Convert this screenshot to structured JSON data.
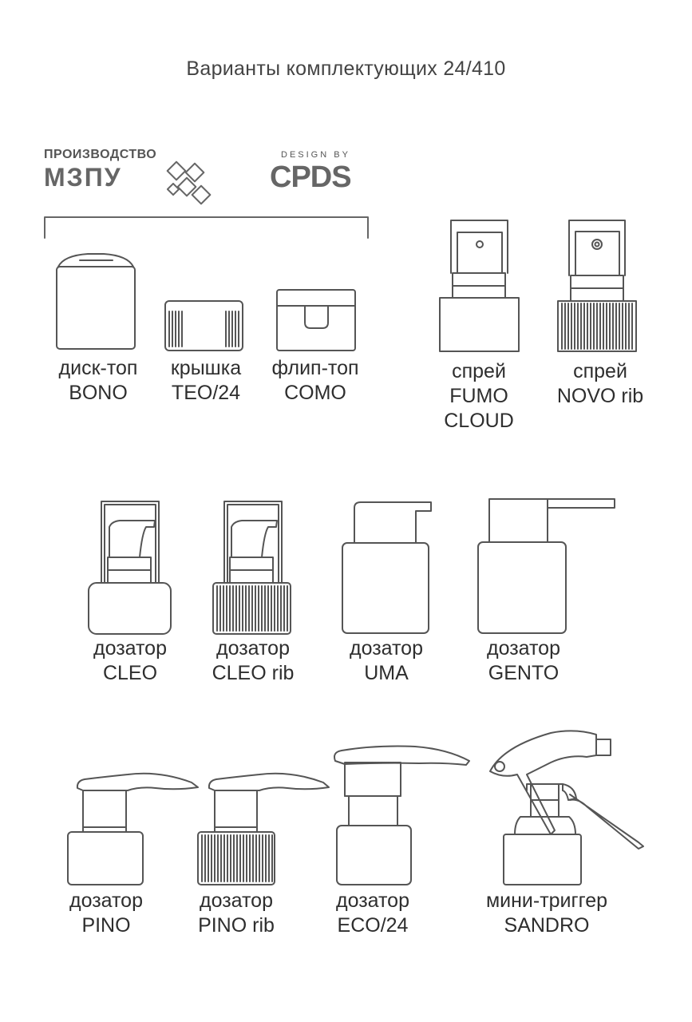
{
  "title": "Варианты  комплектующих 24/410",
  "logos": {
    "maker_caption": "ПРОИЗВОДСТВО",
    "maker_name": "МЗПУ",
    "design_caption": "DESIGN BY",
    "design_name": "CPDS"
  },
  "items": [
    {
      "line1": "диск-топ",
      "line2": "BONO",
      "line3": ""
    },
    {
      "line1": "крышка",
      "line2": "TEO/24",
      "line3": ""
    },
    {
      "line1": "флип-топ",
      "line2": "COMO",
      "line3": ""
    },
    {
      "line1": "спрей",
      "line2": "FUMO",
      "line3": "CLOUD"
    },
    {
      "line1": "спрей",
      "line2": "NOVO rib",
      "line3": ""
    },
    {
      "line1": "дозатор",
      "line2": "CLEO",
      "line3": ""
    },
    {
      "line1": "дозатор",
      "line2": "CLEO rib",
      "line3": ""
    },
    {
      "line1": "дозатор",
      "line2": "UMA",
      "line3": ""
    },
    {
      "line1": "дозатор",
      "line2": "GENTO",
      "line3": ""
    },
    {
      "line1": "дозатор",
      "line2": "PINO",
      "line3": ""
    },
    {
      "line1": "дозатор",
      "line2": "PINO rib",
      "line3": ""
    },
    {
      "line1": "дозатор",
      "line2": "ECO/24",
      "line3": ""
    },
    {
      "line1": "мини-триггер",
      "line2": "SANDRO",
      "line3": ""
    }
  ]
}
